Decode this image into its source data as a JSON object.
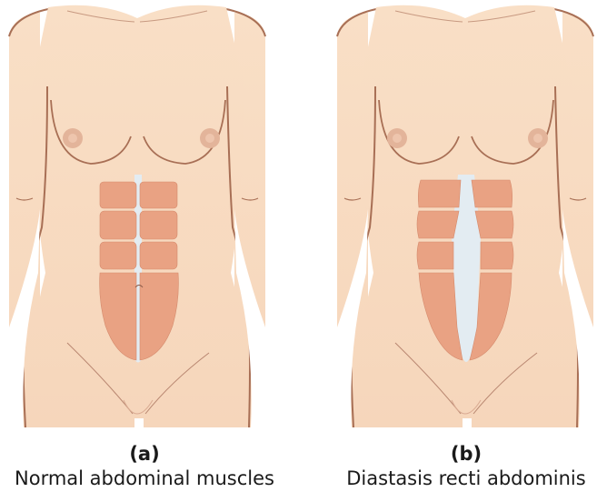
{
  "figure": {
    "panels": [
      {
        "id": "a",
        "label": "(a)",
        "caption": "Normal abdominal muscles",
        "condition": "normal",
        "linea_alba_gap": "narrow"
      },
      {
        "id": "b",
        "label": "(b)",
        "caption": "Diastasis recti abdominis",
        "condition": "diastasis",
        "linea_alba_gap": "wide"
      }
    ]
  },
  "colors": {
    "skin": "#f8dcc2",
    "skin_shadow": "#f1cdb0",
    "outline": "#a86f55",
    "muscle": "#e9a283",
    "muscle_line": "#d58a6c",
    "tendon": "#f5e6d6",
    "linea_alba": "#e3ecf2",
    "background": "#ffffff",
    "text": "#1a1a1a"
  }
}
